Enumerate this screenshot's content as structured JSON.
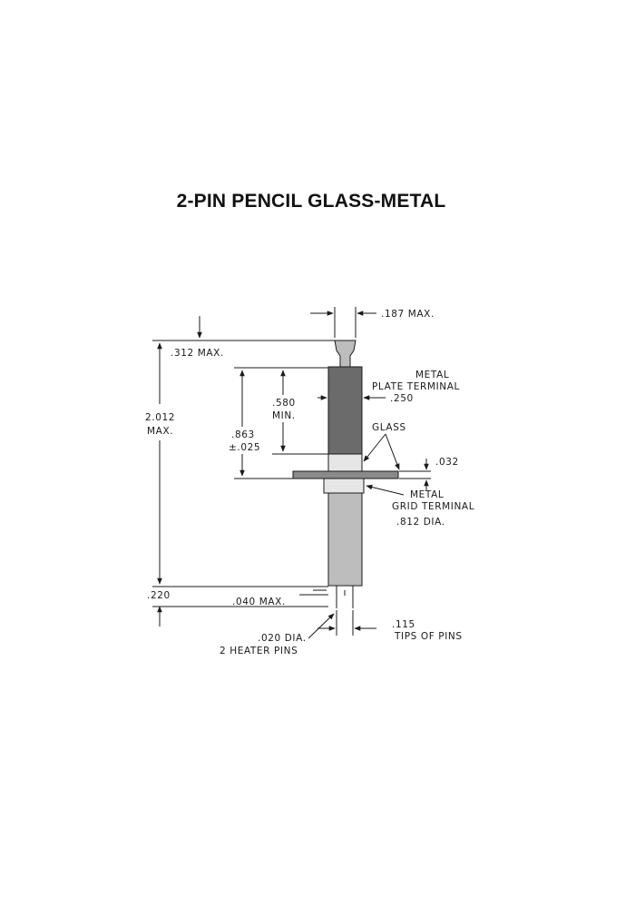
{
  "title": "2-PIN PENCIL GLASS-METAL",
  "colors": {
    "ink": "#1a1a1a",
    "plate_metal": "#6b6b6b",
    "lower_body": "#bdbdbd",
    "glass": "#e6e6e6",
    "background": "#ffffff"
  },
  "labels": {
    "top_width": ".187 MAX.",
    "cap_height": ".312 MAX.",
    "overall_length_value": "2.012",
    "overall_length_suffix": "MAX.",
    "plate_length_value": ".580",
    "plate_length_suffix": "MIN.",
    "flange_pos_value": ".863",
    "flange_pos_tol": "±.025",
    "plate_terminal_line1": "METAL",
    "plate_terminal_line2": "PLATE TERMINAL",
    "plate_diameter": ".250",
    "glass": "GLASS",
    "flange_thickness": ".032",
    "grid_terminal_line1": "METAL",
    "grid_terminal_line2": "GRID TERMINAL",
    "grid_terminal_line3": ".812 DIA.",
    "base_height": ".220",
    "pin_offset": ".040 MAX.",
    "pin_spacing_value": ".115",
    "pin_spacing_label": "TIPS OF PINS",
    "heater_pins_line1": ".020 DIA.",
    "heater_pins_line2": "2 HEATER PINS"
  }
}
